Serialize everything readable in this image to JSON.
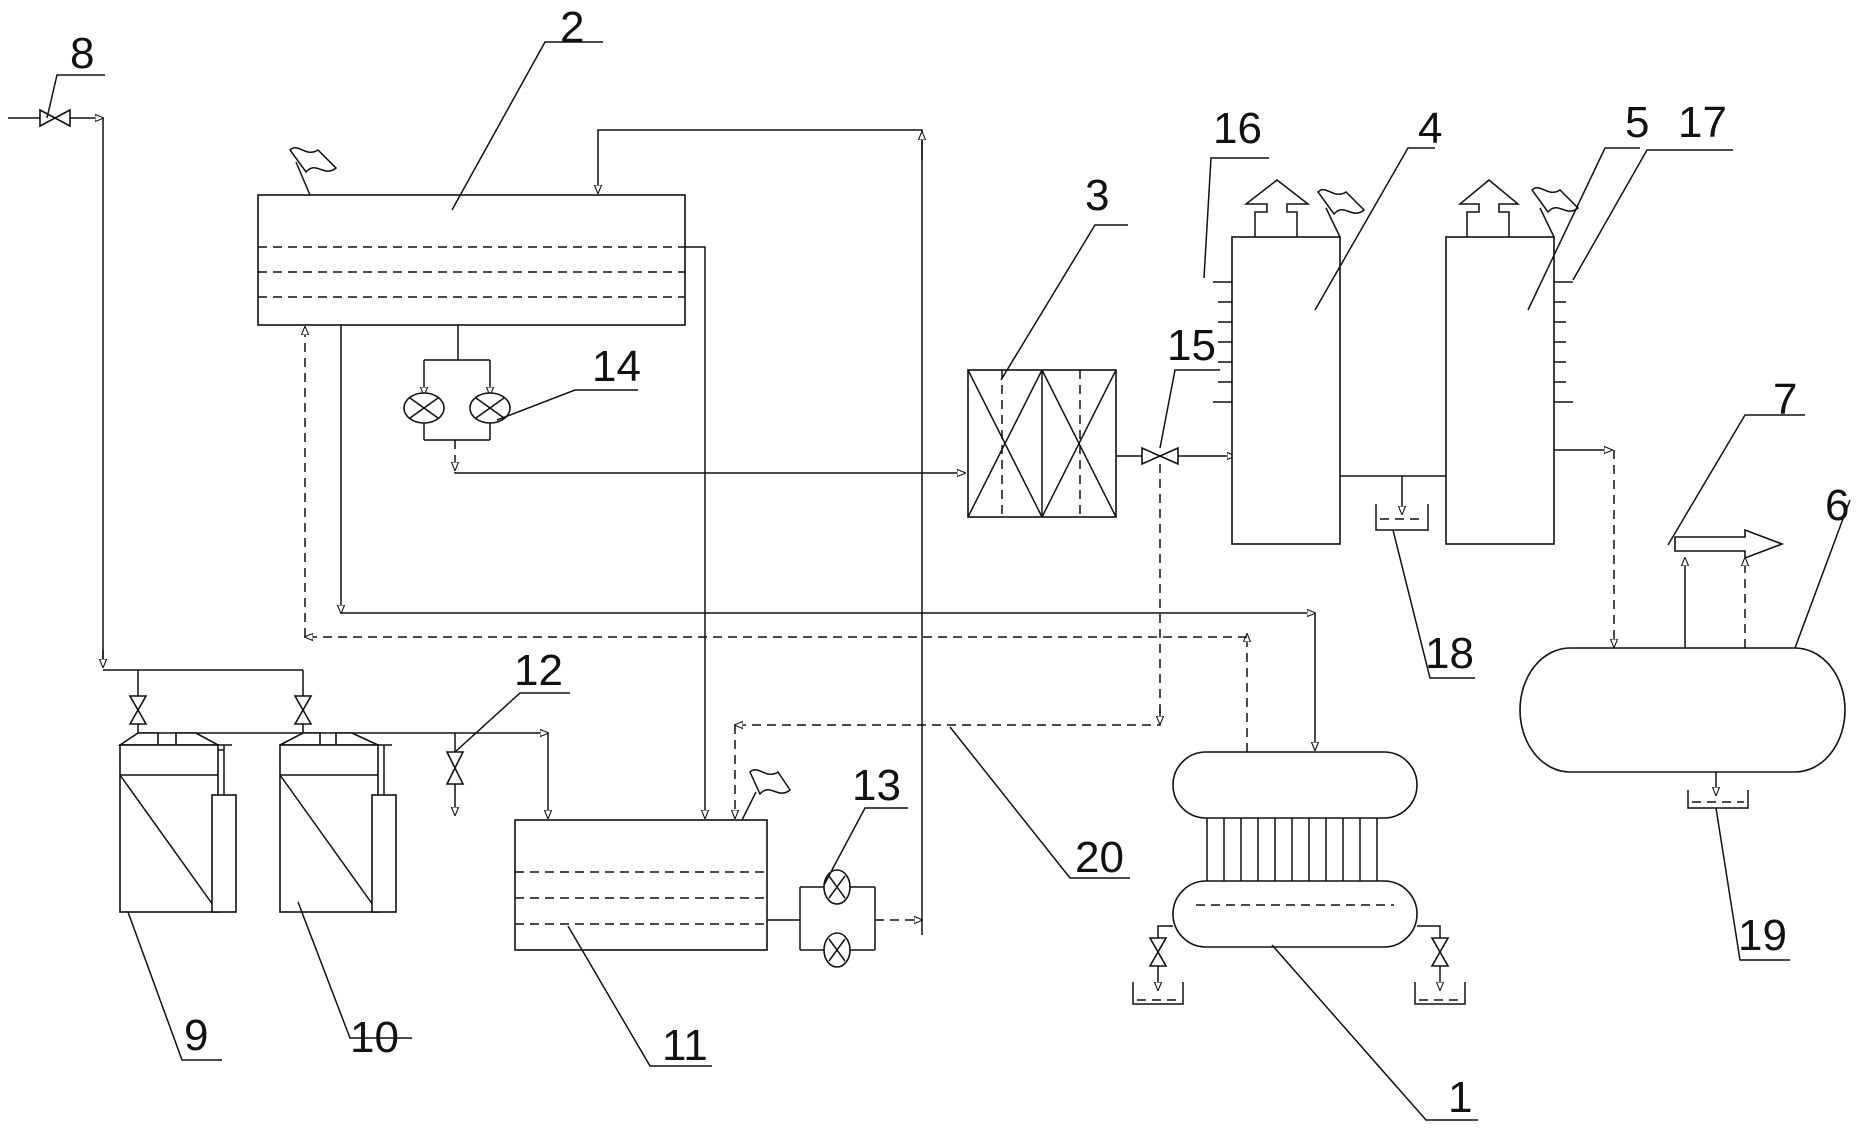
{
  "diagram": {
    "kind": "process flow schematic",
    "line_color": "#111111",
    "background": "#ffffff",
    "labels": {
      "l1": "1",
      "l2": "2",
      "l3": "3",
      "l4": "4",
      "l5": "5",
      "l6": "6",
      "l7": "7",
      "l8": "8",
      "l9": "9",
      "l10": "10",
      "l11": "11",
      "l12": "12",
      "l13": "13",
      "l14": "14",
      "l15": "15",
      "l16": "16",
      "l17": "17",
      "l18": "18",
      "l19": "19",
      "l20": "20"
    }
  }
}
